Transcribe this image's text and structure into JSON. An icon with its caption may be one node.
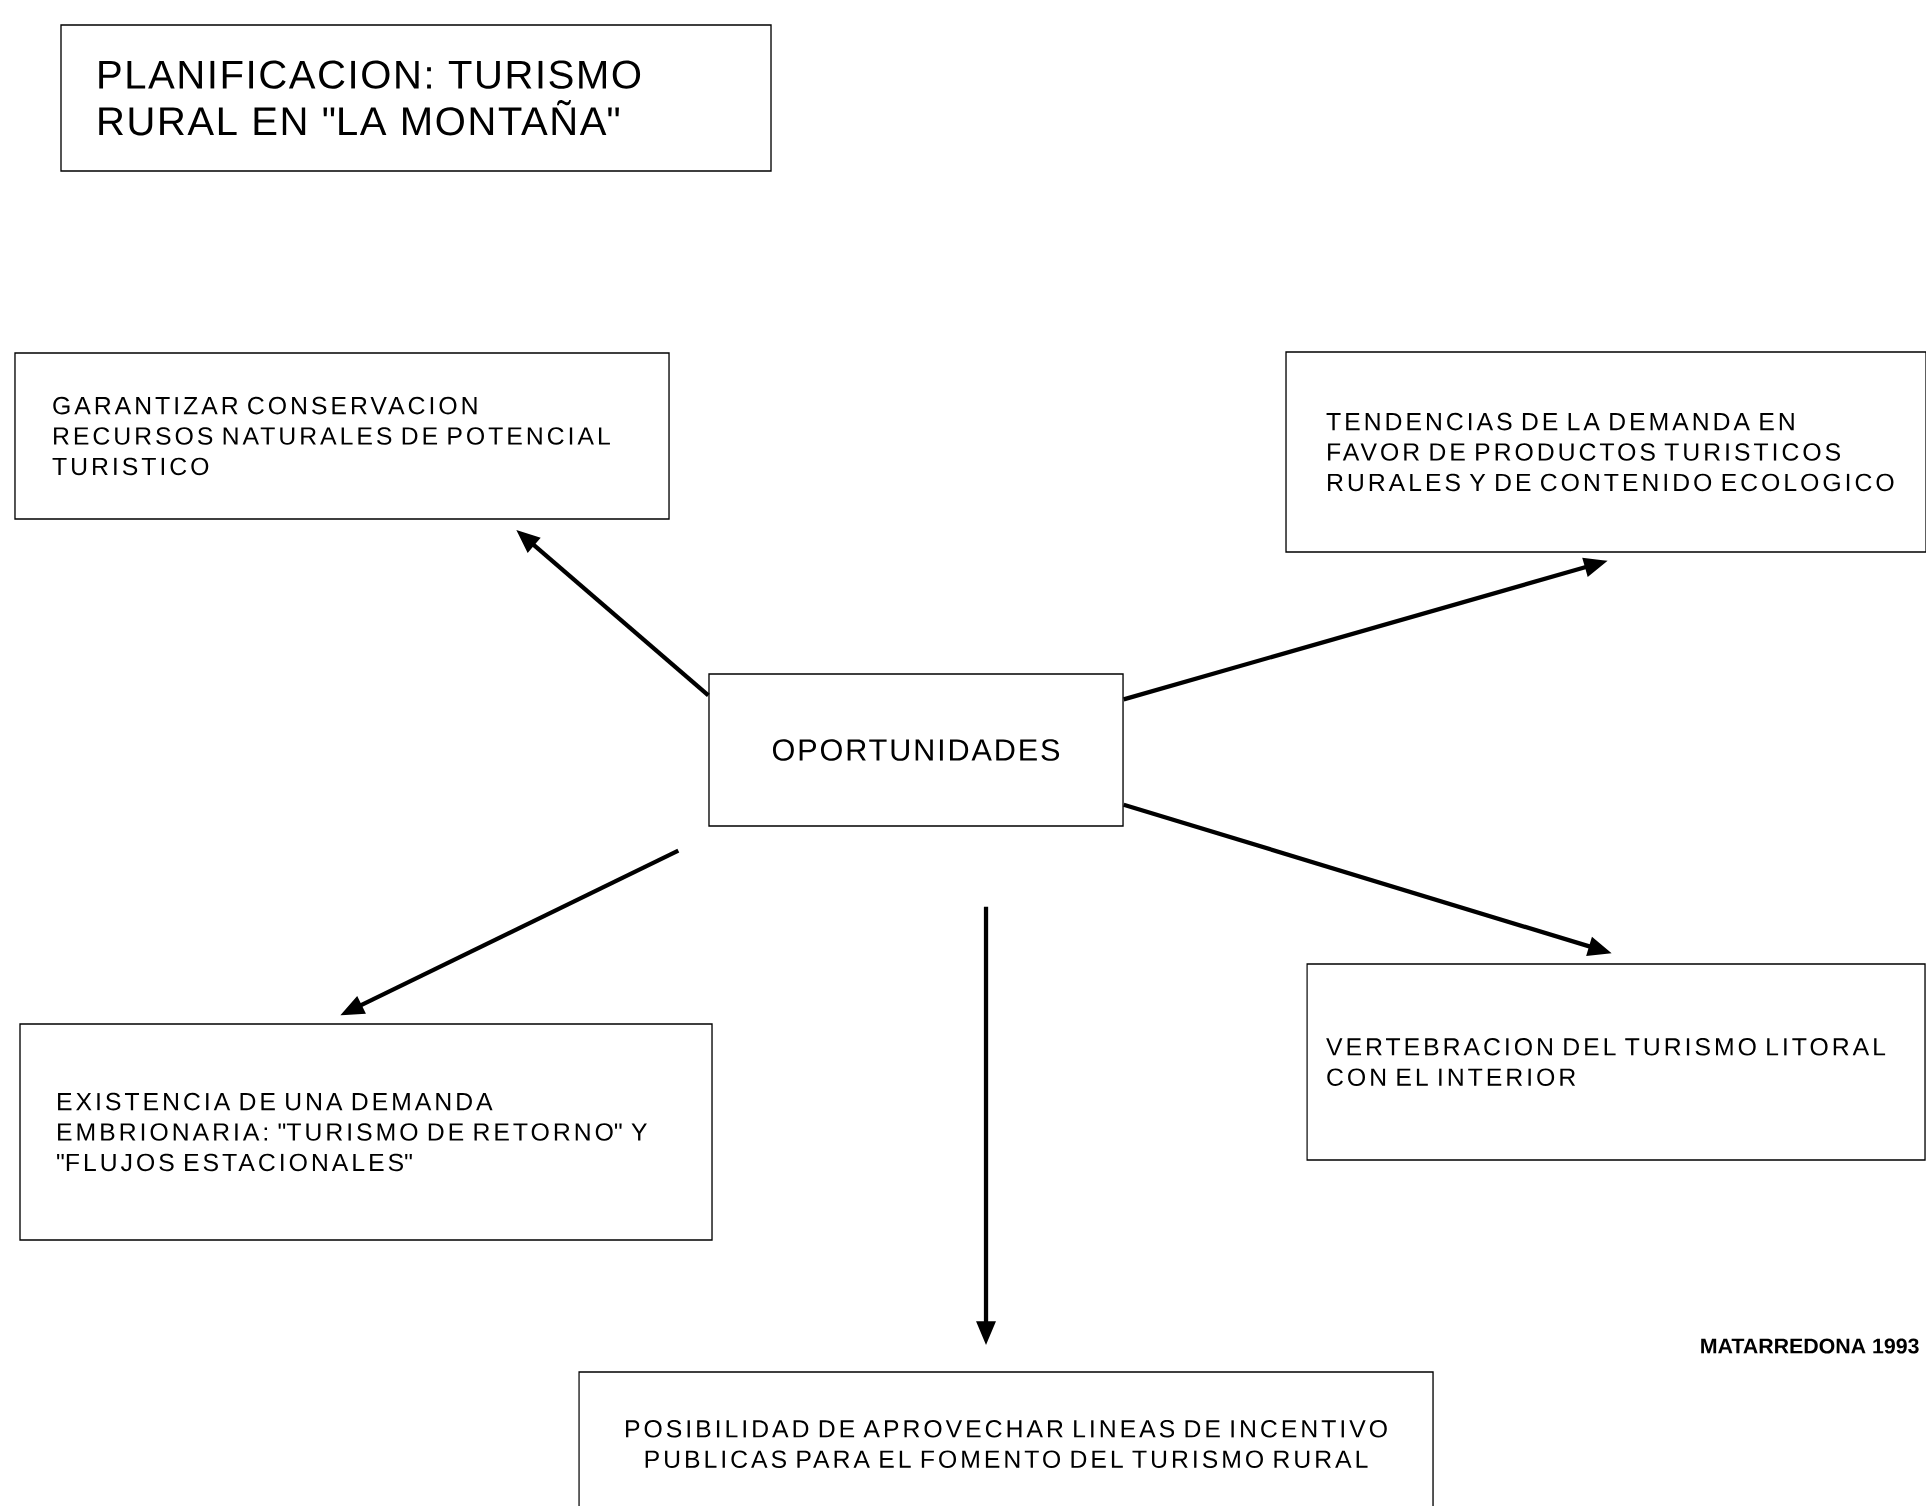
{
  "diagram": {
    "nodes": [
      {
        "text": [
          "PLANIFICACION: TURISMO RURAL EN \"LA MONTAÑA\""
        ]
      },
      {
        "text": [
          "GARANTIZAR CONSERVACION RECURSOS NATURALES DE POTENCIAL TURISTICO"
        ]
      },
      {
        "text": [
          "TENDENCIAS DE LA DEMANDA EN FAVOR DE PRODUCTOS TURISTICOS RURALES Y DE CONTENIDO ECOLOGICO"
        ]
      },
      {
        "text": [
          "OPORTUNIDADES"
        ]
      },
      {
        "text": [
          "EXISTENCIA DE UNA DEMANDA EMBRIONARIA: \"TURISMO DE RETORNO\" Y \"FLUJOS ESTACIONALES\""
        ]
      },
      {
        "text": [
          "VERTEBRACION DEL TURISMO LITORAL CON EL INTERIOR"
        ]
      },
      {
        "text": [
          "POSIBILIDAD DE APROVECHAR LINEAS DE INCENTIVO PUBLICAS PARA EL FOMENTO DEL TURISMO RURAL"
        ]
      }
    ],
    "edges": [
      {
        "from": 3,
        "to": 1,
        "arrow": "to"
      },
      {
        "from": 3,
        "to": 2,
        "arrow": "to"
      },
      {
        "from": 3,
        "to": 4,
        "arrow": "to"
      },
      {
        "from": 3,
        "to": 5,
        "arrow": "to"
      },
      {
        "from": 3,
        "to": 6,
        "arrow": "to"
      }
    ],
    "labels": [
      "MATARREDONA 1993"
    ]
  }
}
